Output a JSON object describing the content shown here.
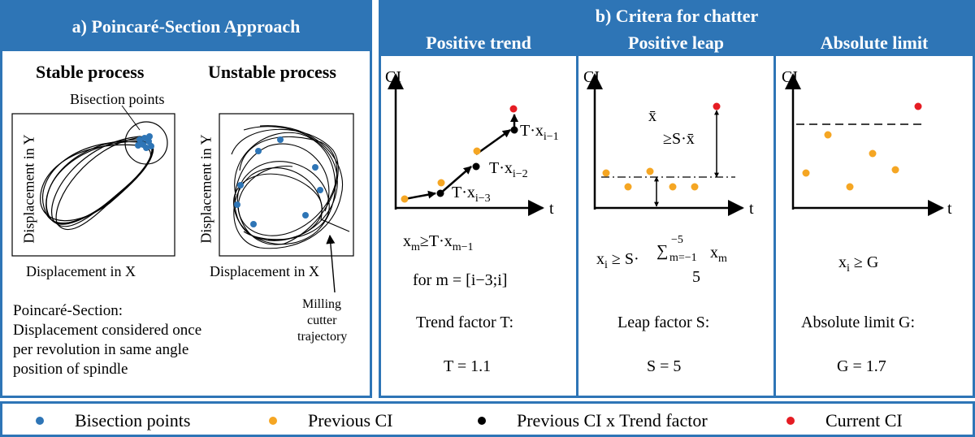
{
  "colors": {
    "frame": "#2e75b6",
    "bisection": "#2e75b6",
    "previous": "#f5a623",
    "trend": "#000000",
    "current": "#e51c23"
  },
  "panel_a": {
    "title": "a) Poincaré-Section Approach",
    "stable_label": "Stable process",
    "unstable_label": "Unstable process",
    "bisection_label": "Bisection points",
    "y_axis": "Displacement in Y",
    "x_axis": "Displacement in X",
    "milling_label_1": "Milling",
    "milling_label_2": "cutter",
    "milling_label_3": "trajectory",
    "desc_1": "Poincaré-Section:",
    "desc_2": "Displacement considered once",
    "desc_3": "per revolution in same angle",
    "desc_4": "position of spindle"
  },
  "panel_b": {
    "title": "b) Critera for chatter",
    "trend": {
      "header": "Positive trend",
      "axis_y": "CI",
      "axis_x": "t",
      "label_1": "T·x",
      "label_1_sub": "i−1",
      "label_2": "T·x",
      "label_2_sub": "i−2",
      "label_3": "T·x",
      "label_3_sub": "i−3",
      "formula_a": "x",
      "formula_a_sub": "m",
      "formula_b": "≥T·x",
      "formula_b_sub": "m−1",
      "for_text": "for m = [i−3;i]",
      "factor_label": "Trend factor T:",
      "factor_value": "T = 1.1"
    },
    "leap": {
      "header": "Positive leap",
      "axis_y": "CI",
      "axis_x": "t",
      "xbar": "x̄",
      "ineq": "≥S·x̄",
      "formula_lhs": "x",
      "formula_lhs_sub": "i",
      "formula_mid": " ≥ S·",
      "sum_sym": "∑",
      "sum_sup": "−5",
      "sum_sub": "m=−1",
      "sum_term": "x",
      "sum_term_sub": "m",
      "denominator": "5",
      "factor_label": "Leap factor S:",
      "factor_value": "S = 5"
    },
    "limit": {
      "header": "Absolute limit",
      "axis_y": "CI",
      "axis_x": "t",
      "formula": "x",
      "formula_sub": "i",
      "formula_rest": " ≥ G",
      "factor_label": "Absolute limit G:",
      "factor_value": "G = 1.7"
    }
  },
  "legend": {
    "bisection": "Bisection points",
    "previous": "Previous CI",
    "trend": "Previous CI x Trend factor",
    "current": "Current CI"
  }
}
